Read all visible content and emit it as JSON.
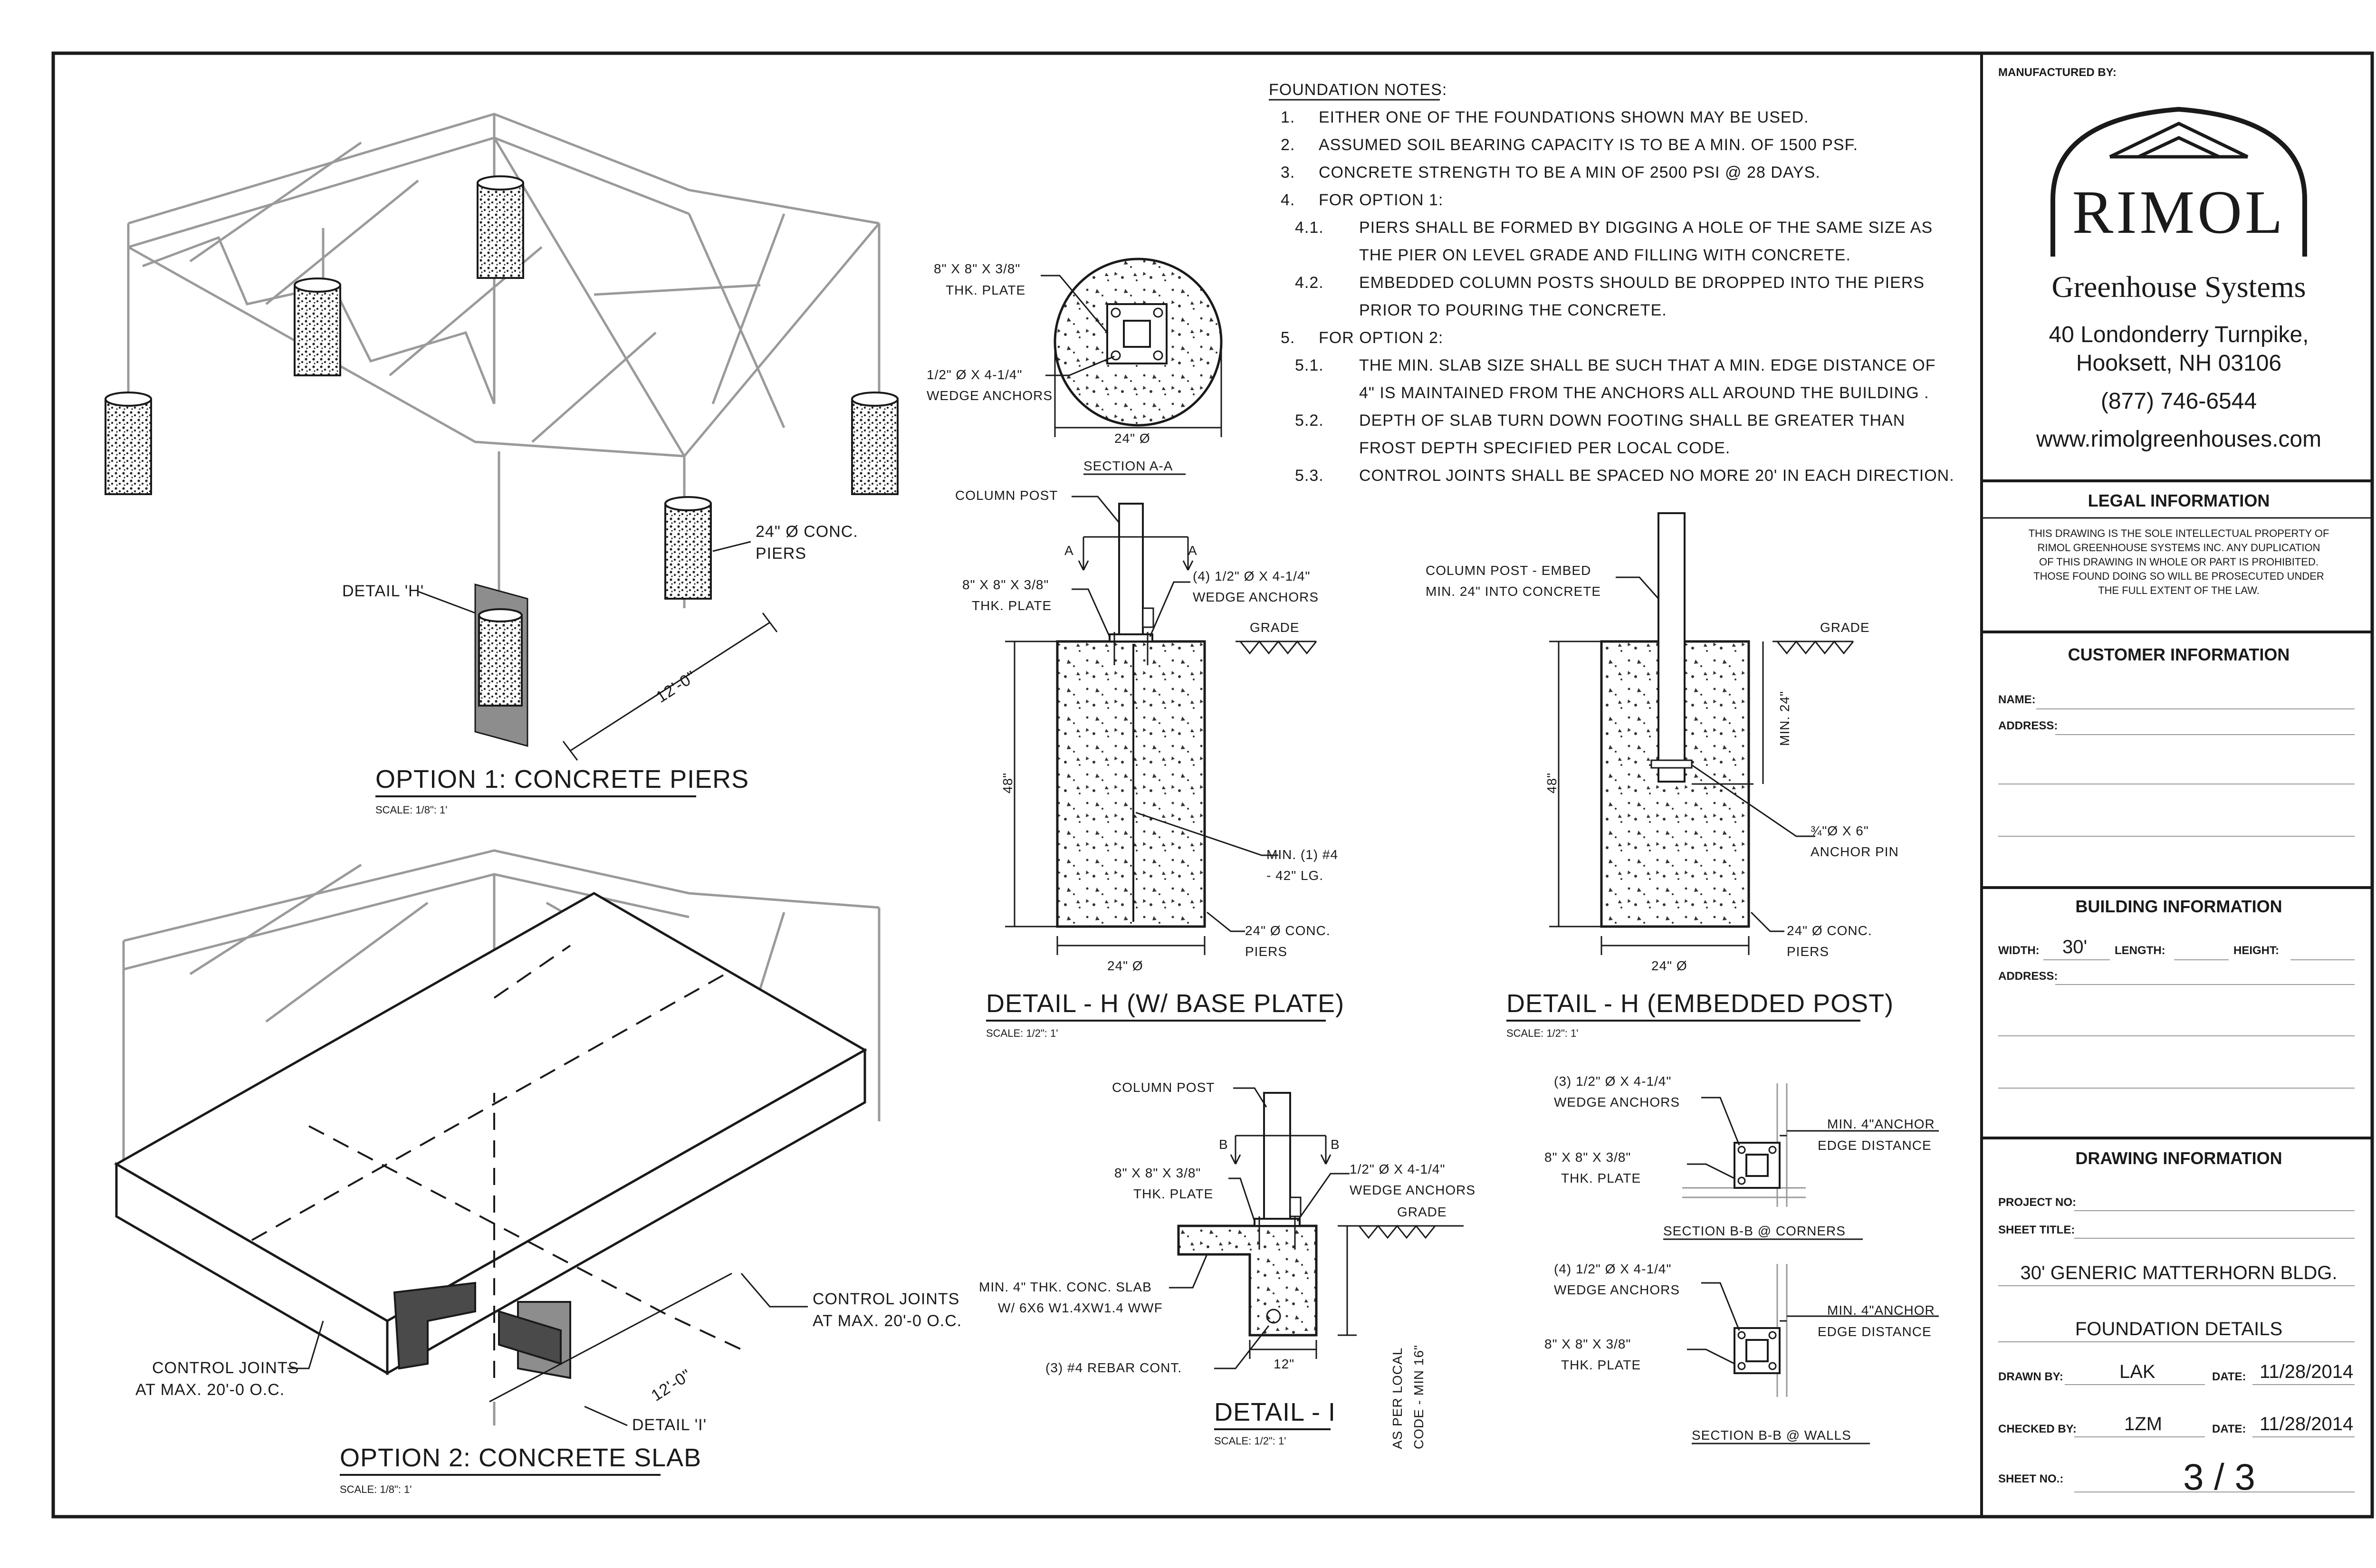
{
  "notes": {
    "heading": "FOUNDATION NOTES:",
    "items": [
      {
        "num": "1.",
        "text": "EITHER ONE OF THE FOUNDATIONS SHOWN MAY BE USED."
      },
      {
        "num": "2.",
        "text": "ASSUMED SOIL BEARING CAPACITY IS TO BE A MIN. OF 1500 PSF."
      },
      {
        "num": "3.",
        "text": "CONCRETE STRENGTH TO BE A MIN OF 2500 PSI @ 28 DAYS."
      },
      {
        "num": "4.",
        "text": "FOR OPTION 1:"
      },
      {
        "num": "4.1.",
        "text": "PIERS SHALL BE FORMED BY DIGGING A HOLE OF THE SAME SIZE AS"
      },
      {
        "num": "",
        "text": "THE PIER ON LEVEL GRADE AND FILLING WITH CONCRETE."
      },
      {
        "num": "4.2.",
        "text": "EMBEDDED COLUMN POSTS SHOULD BE DROPPED INTO THE PIERS"
      },
      {
        "num": "",
        "text": "PRIOR TO POURING THE CONCRETE."
      },
      {
        "num": "5.",
        "text": "FOR OPTION 2:"
      },
      {
        "num": "5.1.",
        "text": "THE MIN. SLAB SIZE SHALL BE SUCH THAT A MIN. EDGE DISTANCE OF"
      },
      {
        "num": "",
        "text": "4\" IS MAINTAINED FROM THE ANCHORS ALL AROUND THE BUILDING ."
      },
      {
        "num": "5.2.",
        "text": "DEPTH OF SLAB TURN DOWN FOOTING SHALL BE GREATER THAN"
      },
      {
        "num": "",
        "text": "FROST DEPTH SPECIFIED PER LOCAL CODE."
      },
      {
        "num": "5.3.",
        "text": "CONTROL JOINTS SHALL BE SPACED NO MORE 20' IN EACH DIRECTION."
      }
    ]
  },
  "option1": {
    "title": "OPTION 1: CONCRETE PIERS",
    "scale": "SCALE: 1/8\": 1'",
    "pier_label": [
      "24\" Ø CONC.",
      "PIERS"
    ],
    "detail_label": "DETAIL 'H'",
    "dimension": "12'-0\""
  },
  "option2": {
    "title": "OPTION 2: CONCRETE SLAB",
    "scale": "SCALE: 1/8\": 1'",
    "joints_right": [
      "CONTROL JOINTS",
      "AT MAX. 20'-0  O.C."
    ],
    "joints_left": [
      "CONTROL JOINTS",
      "AT MAX. 20'-0  O.C."
    ],
    "detail_label": "DETAIL 'I'",
    "dimension": "12'-0\""
  },
  "section_aa": {
    "title": "SECTION A-A",
    "plate": [
      "8\" X 8\" X 3/8\"",
      "THK. PLATE"
    ],
    "anchors": [
      "1/2\" Ø X 4-1/4\"",
      "WEDGE ANCHORS"
    ],
    "diameter": "24\" Ø"
  },
  "detail_h_plate": {
    "title": "DETAIL - H (W/ BASE PLATE)",
    "scale": "SCALE: 1/2\": 1'",
    "column": "COLUMN POST",
    "cut": "A",
    "plate": [
      "8\" X 8\" X 3/8\"",
      "THK. PLATE"
    ],
    "anchors": [
      "(4) 1/2\" Ø X 4-1/4\"",
      "WEDGE ANCHORS"
    ],
    "grade": "GRADE",
    "depth": "48\"",
    "rebar": [
      "MIN. (1) #4",
      "- 42\" LG."
    ],
    "pier": [
      "24\" Ø CONC.",
      "PIERS"
    ],
    "width": "24\" Ø"
  },
  "detail_h_embed": {
    "title": "DETAIL - H (EMBEDDED POST)",
    "scale": "SCALE: 1/2\": 1'",
    "column": [
      "COLUMN POST - EMBED",
      "MIN. 24\" INTO CONCRETE"
    ],
    "grade": "GRADE",
    "embed": "MIN. 24\"",
    "depth": "48\"",
    "pin": [
      "¾\"Ø X 6\"",
      "ANCHOR PIN"
    ],
    "pier": [
      "24\" Ø CONC.",
      "PIERS"
    ],
    "width": "24\" Ø"
  },
  "detail_i": {
    "title": "DETAIL - I",
    "scale": "SCALE: 1/2\": 1'",
    "column": "COLUMN POST",
    "cut": "B",
    "plate": [
      "8\" X 8\" X 3/8\"",
      "THK. PLATE"
    ],
    "anchors": [
      "1/2\" Ø X 4-1/4\"",
      "WEDGE ANCHORS"
    ],
    "grade": "GRADE",
    "slab": [
      "MIN. 4\" THK. CONC. SLAB",
      "W/ 6X6 W1.4XW1.4  WWF"
    ],
    "rebar": "(3) #4 REBAR CONT.",
    "width": "12\"",
    "depth": [
      "AS PER LOCAL",
      "CODE - MIN 16\""
    ]
  },
  "section_bb_corners": {
    "title": "SECTION B-B @ CORNERS",
    "anchors": [
      "(3) 1/2\" Ø X 4-1/4\"",
      "WEDGE ANCHORS"
    ],
    "plate": [
      "8\" X 8\" X 3/8\"",
      "THK. PLATE"
    ],
    "edge": [
      "MIN. 4\"ANCHOR",
      "EDGE DISTANCE"
    ]
  },
  "section_bb_walls": {
    "title": "SECTION B-B @ WALLS",
    "anchors": [
      "(4) 1/2\" Ø X 4-1/4\"",
      "WEDGE ANCHORS"
    ],
    "plate": [
      "8\" X 8\" X 3/8\"",
      "THK. PLATE"
    ],
    "edge": [
      "MIN. 4\"ANCHOR",
      "EDGE DISTANCE"
    ]
  },
  "title_block": {
    "manufactured_by": "MANUFACTURED BY:",
    "logo_text": "RIMOL",
    "company": "Greenhouse Systems",
    "address1": "40 Londonderry Turnpike,",
    "address2": "Hooksett, NH 03106",
    "phone": "(877) 746-6544",
    "website": "www.rimolgreenhouses.com",
    "legal_heading": "LEGAL INFORMATION",
    "legal_lines": [
      "THIS DRAWING IS THE SOLE INTELLECTUAL PROPERTY OF",
      "RIMOL GREENHOUSE SYSTEMS INC. ANY DUPLICATION",
      "OF THIS DRAWING IN WHOLE OR PART IS PROHIBITED.",
      "THOSE FOUND DOING SO WILL BE PROSECUTED UNDER",
      "THE FULL EXTENT OF THE LAW."
    ],
    "customer_heading": "CUSTOMER INFORMATION",
    "name_label": "NAME:",
    "address_label": "ADDRESS:",
    "building_heading": "BUILDING INFORMATION",
    "width_label": "WIDTH:",
    "width_value": "30'",
    "length_label": "LENGTH:",
    "height_label": "HEIGHT:",
    "building_address_label": "ADDRESS:",
    "drawing_heading": "DRAWING INFORMATION",
    "project_label": "PROJECT NO:",
    "sheet_title_label": "SHEET TITLE:",
    "sheet_title_1": "30' GENERIC MATTERHORN BLDG.",
    "sheet_title_2": "FOUNDATION DETAILS",
    "drawn_by_label": "DRAWN BY:",
    "drawn_by": "LAK",
    "drawn_date_label": "DATE:",
    "drawn_date": "11/28/2014",
    "checked_by_label": "CHECKED BY:",
    "checked_by": "1ZM",
    "checked_date_label": "DATE:",
    "checked_date": "11/28/2014",
    "sheet_no_label": "SHEET NO.:",
    "sheet_no": "3 / 3"
  }
}
